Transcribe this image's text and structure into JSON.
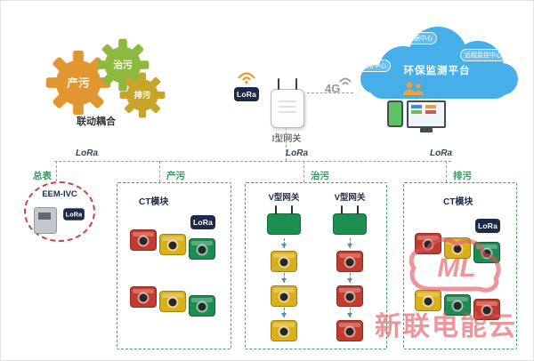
{
  "gears": {
    "caption": "联动耦合",
    "items": [
      {
        "label": "产污",
        "color": "#e2962f"
      },
      {
        "label": "治污",
        "color": "#8db93e"
      },
      {
        "label": "排污",
        "color": "#c7a42a"
      }
    ]
  },
  "gateway": {
    "label": "I型网关",
    "lora_badge": "LoRa"
  },
  "link": {
    "g4": "4G"
  },
  "cloud": {
    "title": "环保监测平台",
    "badge_top": "数据中心",
    "badge_left": "运维中心",
    "badge_right": "远程监控中心"
  },
  "bus": {
    "lora_left": "LoRa",
    "lora_center": "LoRa",
    "lora_right": "LoRa"
  },
  "meter": {
    "section_label": "总表",
    "device_name": "EEM-IVC",
    "lora_badge": "LoRa"
  },
  "groups": {
    "chanwu": {
      "label": "产污",
      "module_label": "CT模块",
      "lora_badge": "LoRa",
      "row1": [
        "red",
        "yellow",
        "green"
      ],
      "row2": [
        "red",
        "yellow",
        "green"
      ]
    },
    "zhiwu": {
      "label": "治污",
      "col1": {
        "gateway_label": "V型网关",
        "module_color": "yellow",
        "count": 3
      },
      "col2": {
        "gateway_label": "V型网关",
        "module_color": "red",
        "count": 3
      }
    },
    "paiwu": {
      "label": "排污",
      "module_label": "CT模块",
      "lora_badge": "LoRa",
      "row1": [
        "red",
        "yellow",
        "green"
      ],
      "row2": [
        "yellow",
        "green",
        "red"
      ]
    }
  },
  "watermark": {
    "logo": "ML",
    "text": "新联电能云"
  },
  "colors": {
    "ct_red": "#c13b2e",
    "ct_yellow": "#d9af1c",
    "ct_green": "#1f8a52",
    "vgw_green": "#1d8f4e",
    "box_border": "#3da06a",
    "meter_border": "#d24040",
    "lora_badge_bg": "#1c2b4a",
    "cloud_blue": "#46aee8",
    "watermark_red": "#e0515c"
  }
}
